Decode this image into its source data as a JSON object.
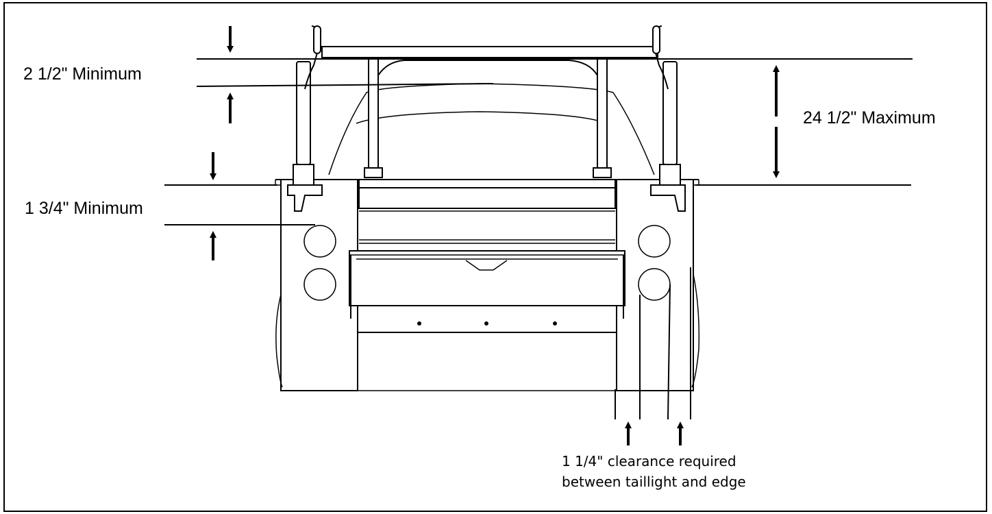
{
  "labels": {
    "top_min": "2 1/2\" Minimum",
    "side_min": "1 3/4\" Minimum",
    "max": "24 1/2\" Maximum",
    "clearance_line1": "1 1/4\" clearance required",
    "clearance_line2": "between taillight and edge"
  }
}
